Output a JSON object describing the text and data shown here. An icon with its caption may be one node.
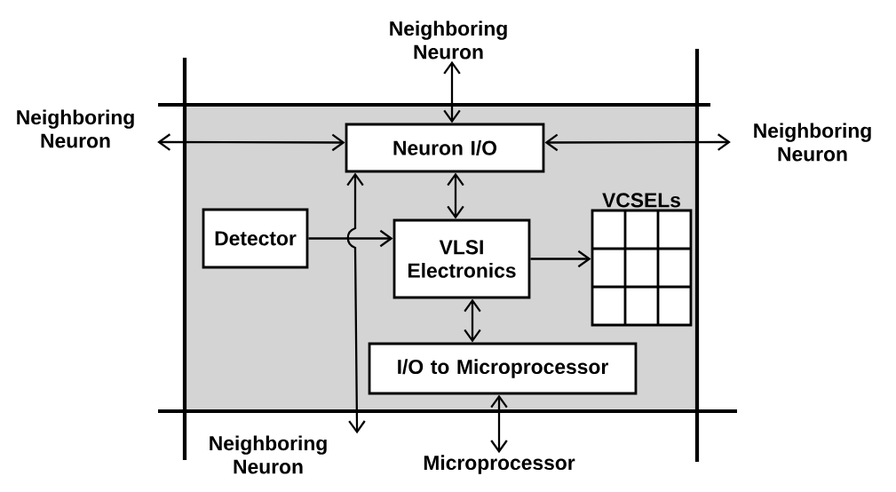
{
  "diagram": {
    "nodes": [
      {
        "text": [],
        "shape": "box"
      },
      {
        "text": [
          "Neighboring Neuron"
        ]
      },
      {
        "text": [
          "Neighboring Neuron"
        ]
      },
      {
        "text": [
          "Neighboring Neuron"
        ]
      },
      {
        "text": [
          "Neuron I/O"
        ],
        "in": 0
      },
      {
        "text": [
          "Detector"
        ],
        "in": 0
      },
      {
        "text": [
          "VLSI Electronics"
        ],
        "in": 0
      },
      {
        "text": [
          "VCSELs"
        ],
        "in": 0
      },
      {
        "text": [
          "I/O to Microprocessor"
        ],
        "in": 0
      },
      {
        "text": [
          "Neighboring Neuron"
        ]
      },
      {
        "text": [
          "Microprocessor"
        ]
      }
    ],
    "edges": [
      {
        "from": 1,
        "to": 4,
        "arrow": "both"
      },
      {
        "from": 2,
        "to": 4,
        "arrow": "both"
      },
      {
        "from": 3,
        "to": 4,
        "arrow": "both"
      },
      {
        "from": 4,
        "to": 6,
        "arrow": "both"
      },
      {
        "from": 5,
        "to": 6,
        "arrow": "to"
      },
      {
        "from": 9,
        "to": 4,
        "arrow": "both"
      },
      {
        "from": 6,
        "to": 7,
        "arrow": "to"
      },
      {
        "from": 6,
        "to": 8,
        "arrow": "both"
      },
      {
        "from": 8,
        "to": 10,
        "arrow": "both"
      }
    ]
  }
}
